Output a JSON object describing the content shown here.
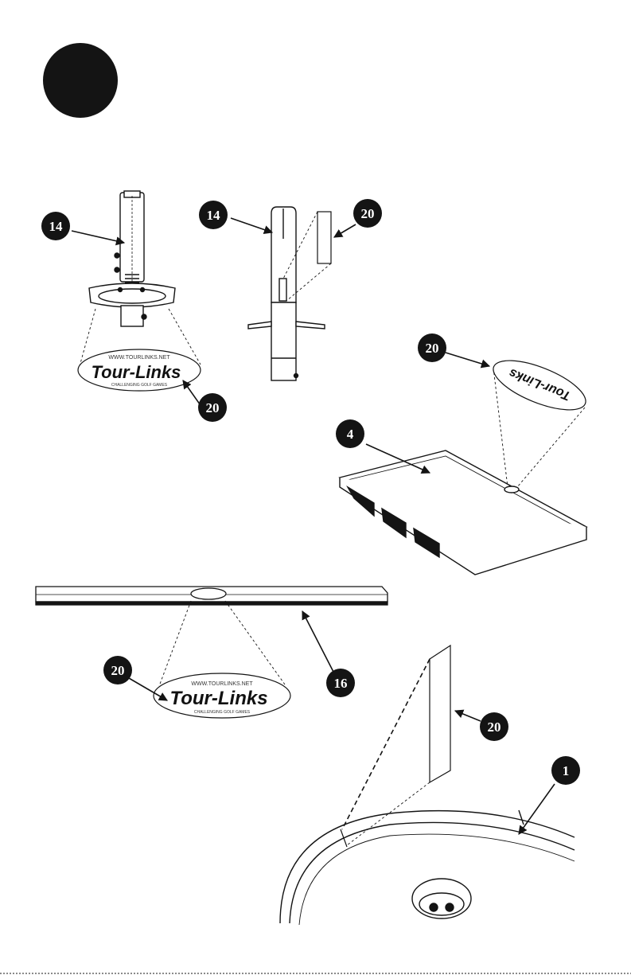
{
  "step_marker": {
    "label": ""
  },
  "callouts": {
    "c14a": "14",
    "c14b": "14",
    "c20a": "20",
    "c20b": "20",
    "c20c": "20",
    "c4": "4",
    "c20d": "20",
    "c16": "16",
    "c20e": "20",
    "c1": "1"
  },
  "decal": {
    "url": "WWW.TOURLINKS.NET",
    "brand": "Tour-Links",
    "tagline": "CHALLENGING GOLF GAMES"
  },
  "colors": {
    "ink": "#141414",
    "paper": "#ffffff"
  }
}
